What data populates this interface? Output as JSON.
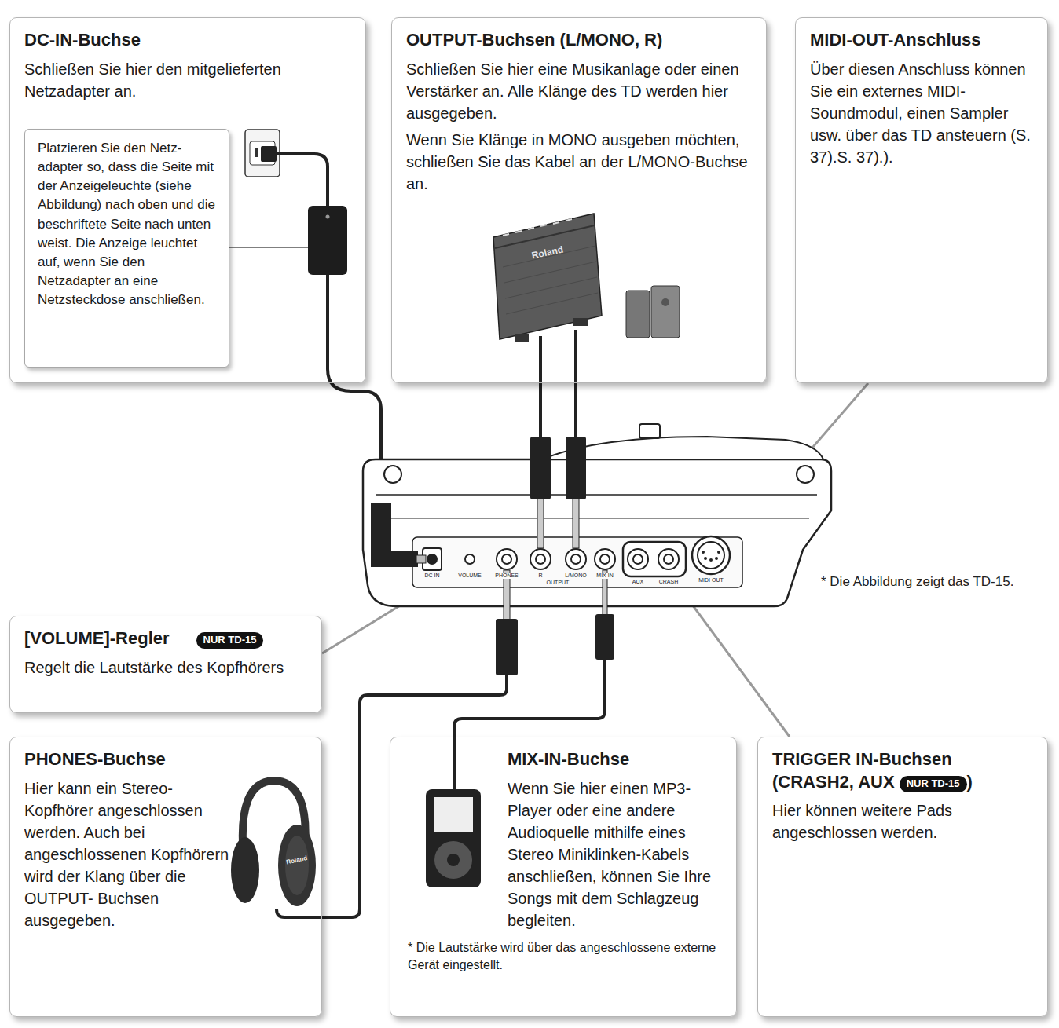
{
  "diagram": {
    "nodes": [
      {
        "text": [
          "DC-IN-Buchse",
          "Schließen Sie hier den mitgelieferten Netzadapter an."
        ]
      },
      {
        "text": [
          "Platzieren Sie den Netz- adapter so, dass die Seite mit der Anzeigeleuchte (siehe Abbildung) nach oben und die beschriftete Seite nach unten weist. Die Anzeige leuchtet auf, wenn Sie den Netzadapter an eine Netzsteckdose anschließen."
        ],
        "in": 0
      },
      {
        "text": [
          "OUTPUT-Buchsen (L/MONO, R)",
          "Schließen Sie hier eine Musikanlage oder einen Verstärker an. Alle Klänge des TD werden hier ausgegeben.",
          "Wenn Sie Klänge in MONO ausgeben möchten, schließen Sie das Kabel an der L/MONO-Buchse an."
        ]
      },
      {
        "text": [
          "MIDI-OUT-Anschluss",
          "Über diesen Anschluss können Sie ein externes MIDI-Soundmodul, einen Sampler usw. über das TD ansteuern (S. 37).S. 37).)."
        ]
      },
      {
        "text": [
          "[VOLUME]-Regler",
          "Regelt die Lautstärke des Kopfhörers"
        ]
      },
      {
        "text": [
          "NUR TD-15"
        ],
        "in": 4
      },
      {
        "text": [
          "PHONES-Buchse",
          "Hier kann ein Stereo-Kopfhörer angeschlossen werden. Auch bei angeschlossenen Kopfhörern wird der Klang über die OUTPUT- Buchsen ausgegeben."
        ]
      },
      {
        "text": [
          "MIX-IN-Buchse",
          "Wenn Sie hier einen MP3- Player oder eine andere Audioquelle mithilfe eines Stereo Miniklinken-Kabels anschließen, können Sie Ihre Songs mit dem Schlagzeug begleiten.",
          "* Die Lautstärke wird über das angeschlossene externe Gerät eingestellt."
        ]
      },
      {
        "text": [
          "TRIGGER IN-Buchsen (CRASH2, AUX",
          ")",
          "Hier können weitere Pads angeschlossen werden."
        ]
      },
      {
        "text": [
          "NUR TD-15"
        ],
        "in": 8
      }
    ],
    "labels": [
      "* Die Abbildung zeigt das TD-15.",
      "DC IN",
      "VOLUME",
      "PHONES",
      "R",
      "L/MONO",
      "OUTPUT",
      "MIX IN",
      "AUX",
      "CRASH",
      "MIDI OUT",
      "Roland",
      "Roland"
    ]
  }
}
